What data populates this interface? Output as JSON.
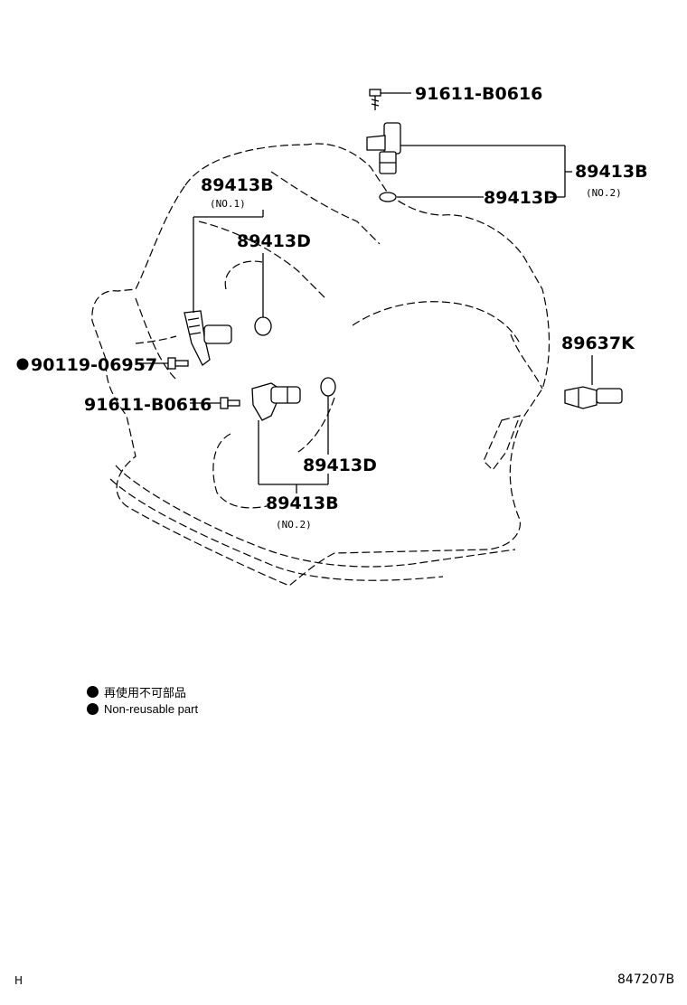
{
  "parts": {
    "bolt_top": "91611-B0616",
    "sensor_b_no2_top": "89413B",
    "sensor_b_no2_top_sub": "(NO.2)",
    "oring_top": "89413D",
    "sensor_b_no1": "89413B",
    "sensor_b_no1_sub": "(NO.1)",
    "oring_left": "89413D",
    "bolt_nonreusable": "90119-06957",
    "bolt_mid": "91611-B0616",
    "knock_sensor": "89637K",
    "oring_bottom": "89413D",
    "sensor_b_no2_bottom": "89413B",
    "sensor_b_no2_bottom_sub": "(NO.2)"
  },
  "legend": {
    "jp": "再使用不可部品",
    "en": "Non-reusable part"
  },
  "footer": {
    "left_mark": "H",
    "diagram_id": "847207B"
  },
  "colors": {
    "line": "#000000",
    "background": "#ffffff"
  }
}
